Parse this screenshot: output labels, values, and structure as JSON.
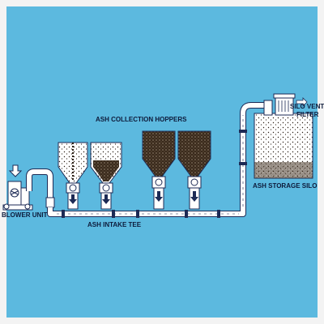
{
  "labels": {
    "blower_unit": "BLOWER UNIT",
    "ash_intake_tee": "ASH INTAKE TEE",
    "ash_collection_hoppers": "ASH COLLECTION HOPPERS",
    "ash_storage_silo": "ASH STORAGE SILO",
    "silo_vent_filter_line1": "SILO VENT",
    "silo_vent_filter_line2": "FILTER"
  },
  "colors": {
    "background": "#5cb9df",
    "border": "#f3f3f3",
    "pipe_fill": "#ffffff",
    "pipe_edge": "#1d2a55",
    "ash": "#2a1e14",
    "label": "#0d1a3a"
  }
}
